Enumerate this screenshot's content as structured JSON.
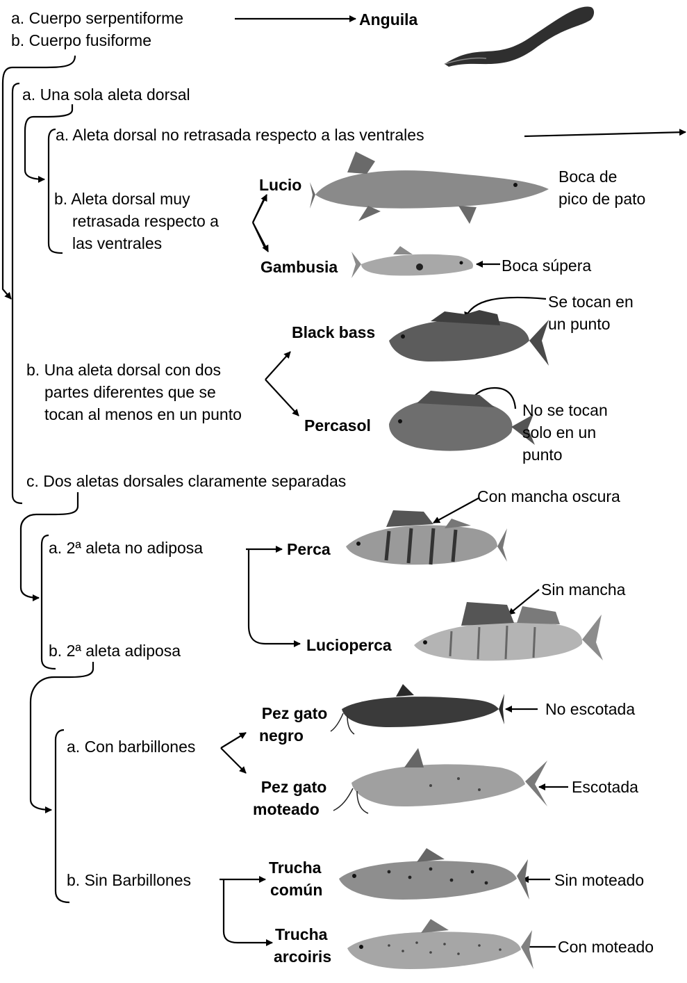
{
  "key": {
    "l1": {
      "a": "a. Cuerpo serpentiforme",
      "b": "b. Cuerpo fusiforme",
      "result_a": "Anguila"
    },
    "l2": {
      "a": "a. Una sola aleta dorsal",
      "b_lines": [
        "b. Una aleta dorsal con dos",
        "partes diferentes que se",
        "tocan al menos en un punto"
      ],
      "c": "c. Dos aletas dorsales claramente separadas"
    },
    "l3": {
      "a": "a. Aleta dorsal no retrasada respecto a las ventrales",
      "b_lines": [
        "b. Aleta dorsal muy",
        "retrasada  respecto a",
        "las ventrales"
      ]
    },
    "l4": {
      "a": "a. 2ª aleta no  adiposa",
      "b": "b. 2ª aleta adiposa"
    },
    "l5": {
      "a": "a. Con barbillones",
      "b": "b. Sin Barbillones"
    }
  },
  "species": {
    "lucio": "Lucio",
    "gambusia": "Gambusia",
    "black_bass": "Black bass",
    "percasol": "Percasol",
    "perca": "Perca",
    "lucioperca": "Lucioperca",
    "pez_gato_negro": [
      "Pez gato",
      "negro"
    ],
    "pez_gato_moteado": [
      "Pez gato",
      "moteado"
    ],
    "trucha_comun": [
      "Trucha",
      "común"
    ],
    "trucha_arcoiris": [
      "Trucha",
      "arcoiris"
    ]
  },
  "notes": {
    "lucio": [
      "Boca de",
      "pico de pato"
    ],
    "gambusia": "Boca súpera",
    "black_bass": [
      "Se tocan en",
      "un punto"
    ],
    "percasol": [
      "No se tocan",
      "solo en un",
      "punto"
    ],
    "perca": "Con mancha oscura",
    "lucioperca": "Sin mancha",
    "pez_gato_negro": "No escotada",
    "pez_gato_moteado": "Escotada",
    "trucha_comun": "Sin moteado",
    "trucha_arcoiris": "Con moteado"
  }
}
